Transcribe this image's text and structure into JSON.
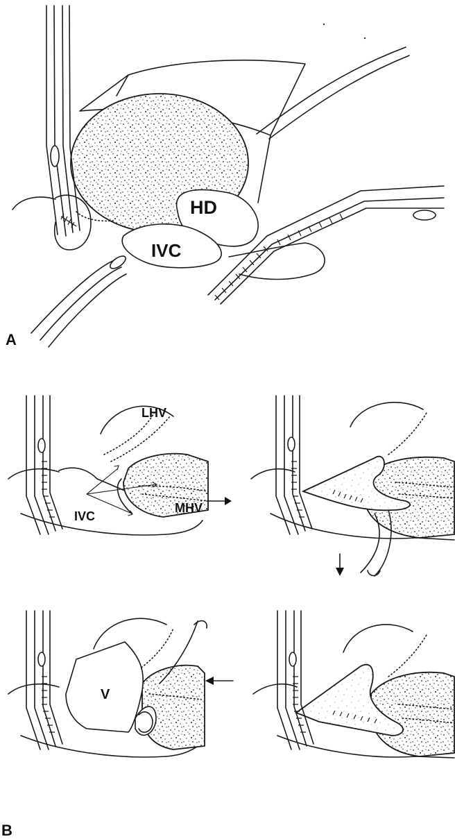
{
  "panel_labels": {
    "a": "A",
    "b": "B"
  },
  "panel_a": {
    "labels": {
      "hd": "HD",
      "ivc": "IVC"
    }
  },
  "panel_b": {
    "step1": {
      "lhv": "LHV",
      "mhv": "MHV",
      "ivc": "IVC"
    },
    "step4": {
      "v": "V"
    }
  },
  "colors": {
    "line": "#1a1a1a",
    "background": "#ffffff"
  }
}
